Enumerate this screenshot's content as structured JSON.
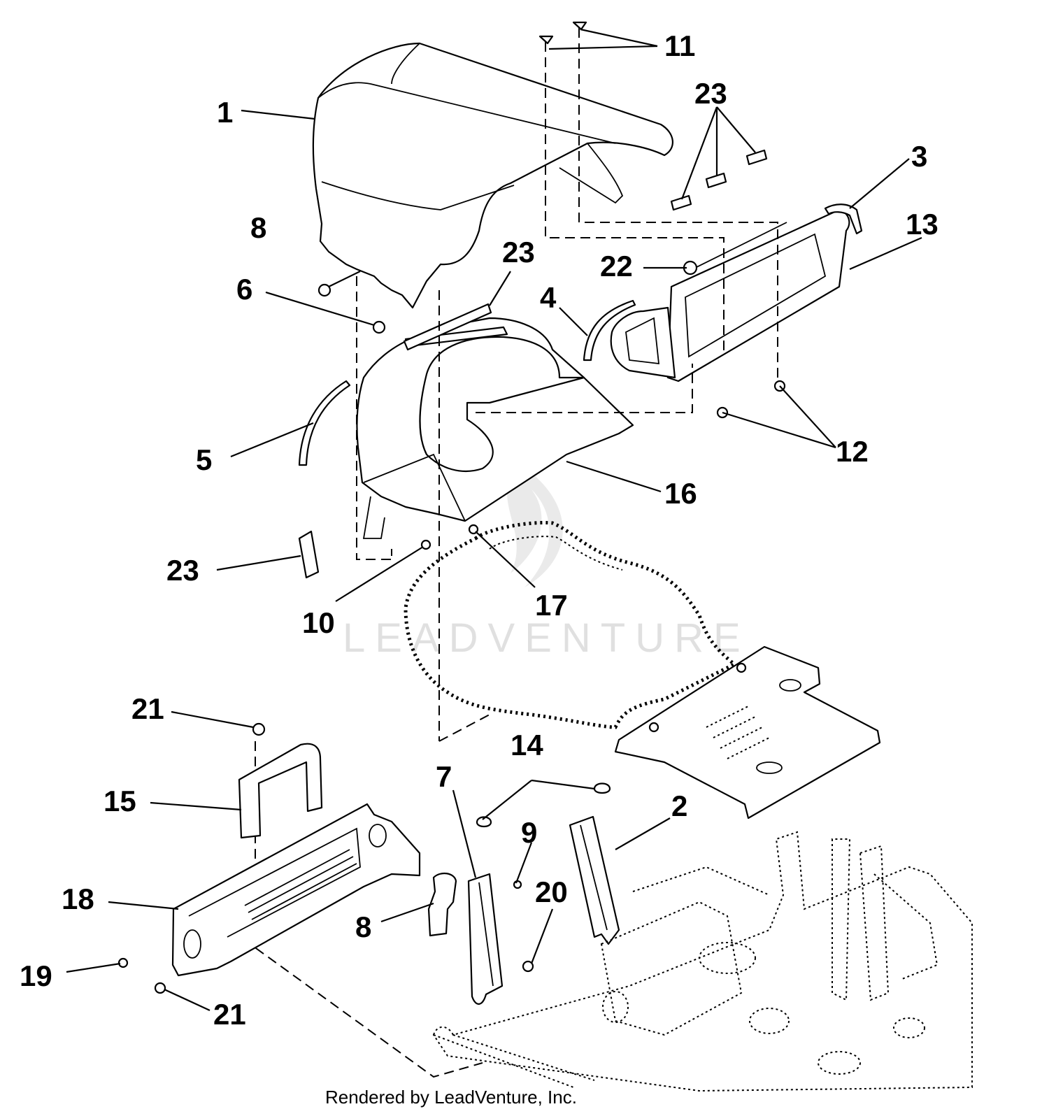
{
  "watermark": "LEADVENTURE",
  "credit": "Rendered by LeadVenture, Inc.",
  "callouts": [
    {
      "id": "c1",
      "label": "1"
    },
    {
      "id": "c2",
      "label": "2"
    },
    {
      "id": "c3",
      "label": "3"
    },
    {
      "id": "c4",
      "label": "4"
    },
    {
      "id": "c5",
      "label": "5"
    },
    {
      "id": "c6",
      "label": "6"
    },
    {
      "id": "c7",
      "label": "7"
    },
    {
      "id": "c8a",
      "label": "8"
    },
    {
      "id": "c8b",
      "label": "8"
    },
    {
      "id": "c9",
      "label": "9"
    },
    {
      "id": "c10",
      "label": "10"
    },
    {
      "id": "c11",
      "label": "11"
    },
    {
      "id": "c12",
      "label": "12"
    },
    {
      "id": "c13",
      "label": "13"
    },
    {
      "id": "c14",
      "label": "14"
    },
    {
      "id": "c15",
      "label": "15"
    },
    {
      "id": "c16",
      "label": "16"
    },
    {
      "id": "c17",
      "label": "17"
    },
    {
      "id": "c18",
      "label": "18"
    },
    {
      "id": "c19",
      "label": "19"
    },
    {
      "id": "c20",
      "label": "20"
    },
    {
      "id": "c21a",
      "label": "21"
    },
    {
      "id": "c21b",
      "label": "21"
    },
    {
      "id": "c22",
      "label": "22"
    },
    {
      "id": "c23a",
      "label": "23"
    },
    {
      "id": "c23b",
      "label": "23"
    },
    {
      "id": "c23c",
      "label": "23"
    }
  ]
}
